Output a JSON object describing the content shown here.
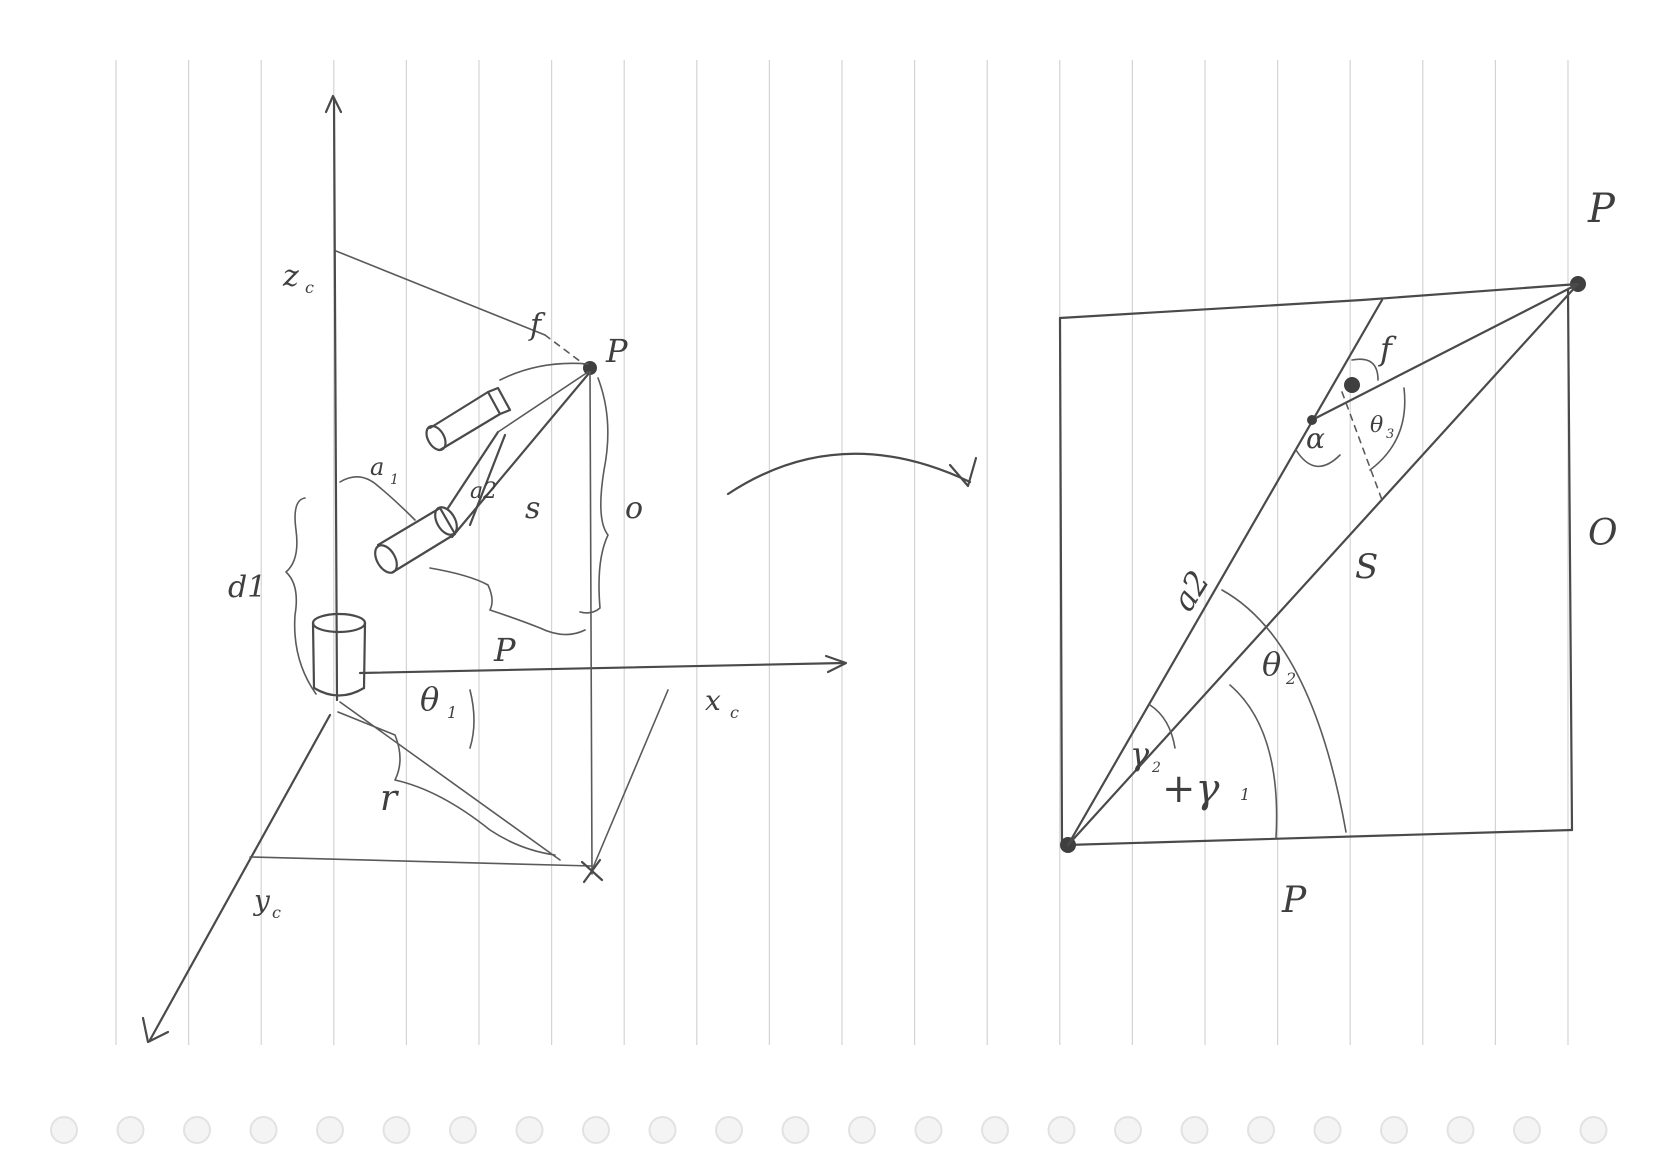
{
  "left_figure": {
    "axis_z": "z",
    "axis_z_sub": "c",
    "axis_x": "x",
    "axis_x_sub": "c",
    "axis_y": "y",
    "axis_y_sub": "c",
    "label_f": "f",
    "label_P": "P",
    "label_a1": "a",
    "label_a1_sub": "1",
    "label_a2": "a2",
    "label_s": "s",
    "label_o": "o",
    "label_d1": "d1",
    "label_p": "P",
    "label_theta1": "θ",
    "label_theta1_sub": "1",
    "label_r": "r"
  },
  "right_figure": {
    "label_P": "P",
    "label_f": "f",
    "label_theta3": "θ",
    "label_theta3_sub": "3",
    "label_alpha": "α",
    "label_O": "O",
    "label_a2": "a2",
    "label_S": "S",
    "label_theta2": "θ",
    "label_theta2_sub": "2",
    "label_gamma2": "γ",
    "label_gamma2_sub": "2",
    "label_gamma1": "+γ",
    "label_gamma1_sub": "1",
    "label_p": "P"
  },
  "colors": {
    "ink": "#4a4a4a",
    "rule_line": "#d4d4d4",
    "hole": "#e2e2e2"
  }
}
